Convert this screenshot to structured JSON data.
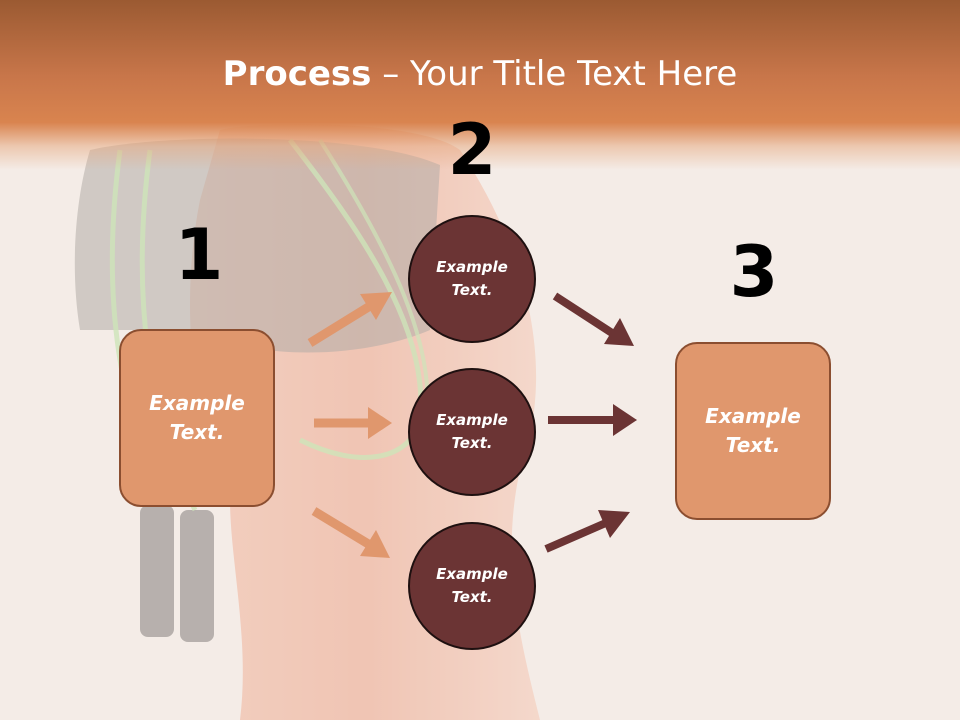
{
  "title": {
    "bold": "Process",
    "separator": " – ",
    "rest": "Your Title Text Here"
  },
  "steps": {
    "step1": {
      "number": "1",
      "box_text": "Example\nText."
    },
    "step2": {
      "number": "2",
      "circles": [
        "Example\nText.",
        "Example\nText.",
        "Example\nText."
      ]
    },
    "step3": {
      "number": "3",
      "box_text": "Example\nText."
    }
  },
  "colors": {
    "title_band": "#c8764a",
    "box_fill": "#e0976d",
    "circle_fill": "#6b3434",
    "arrow_light": "#e0976d",
    "arrow_dark": "#6b3434"
  }
}
